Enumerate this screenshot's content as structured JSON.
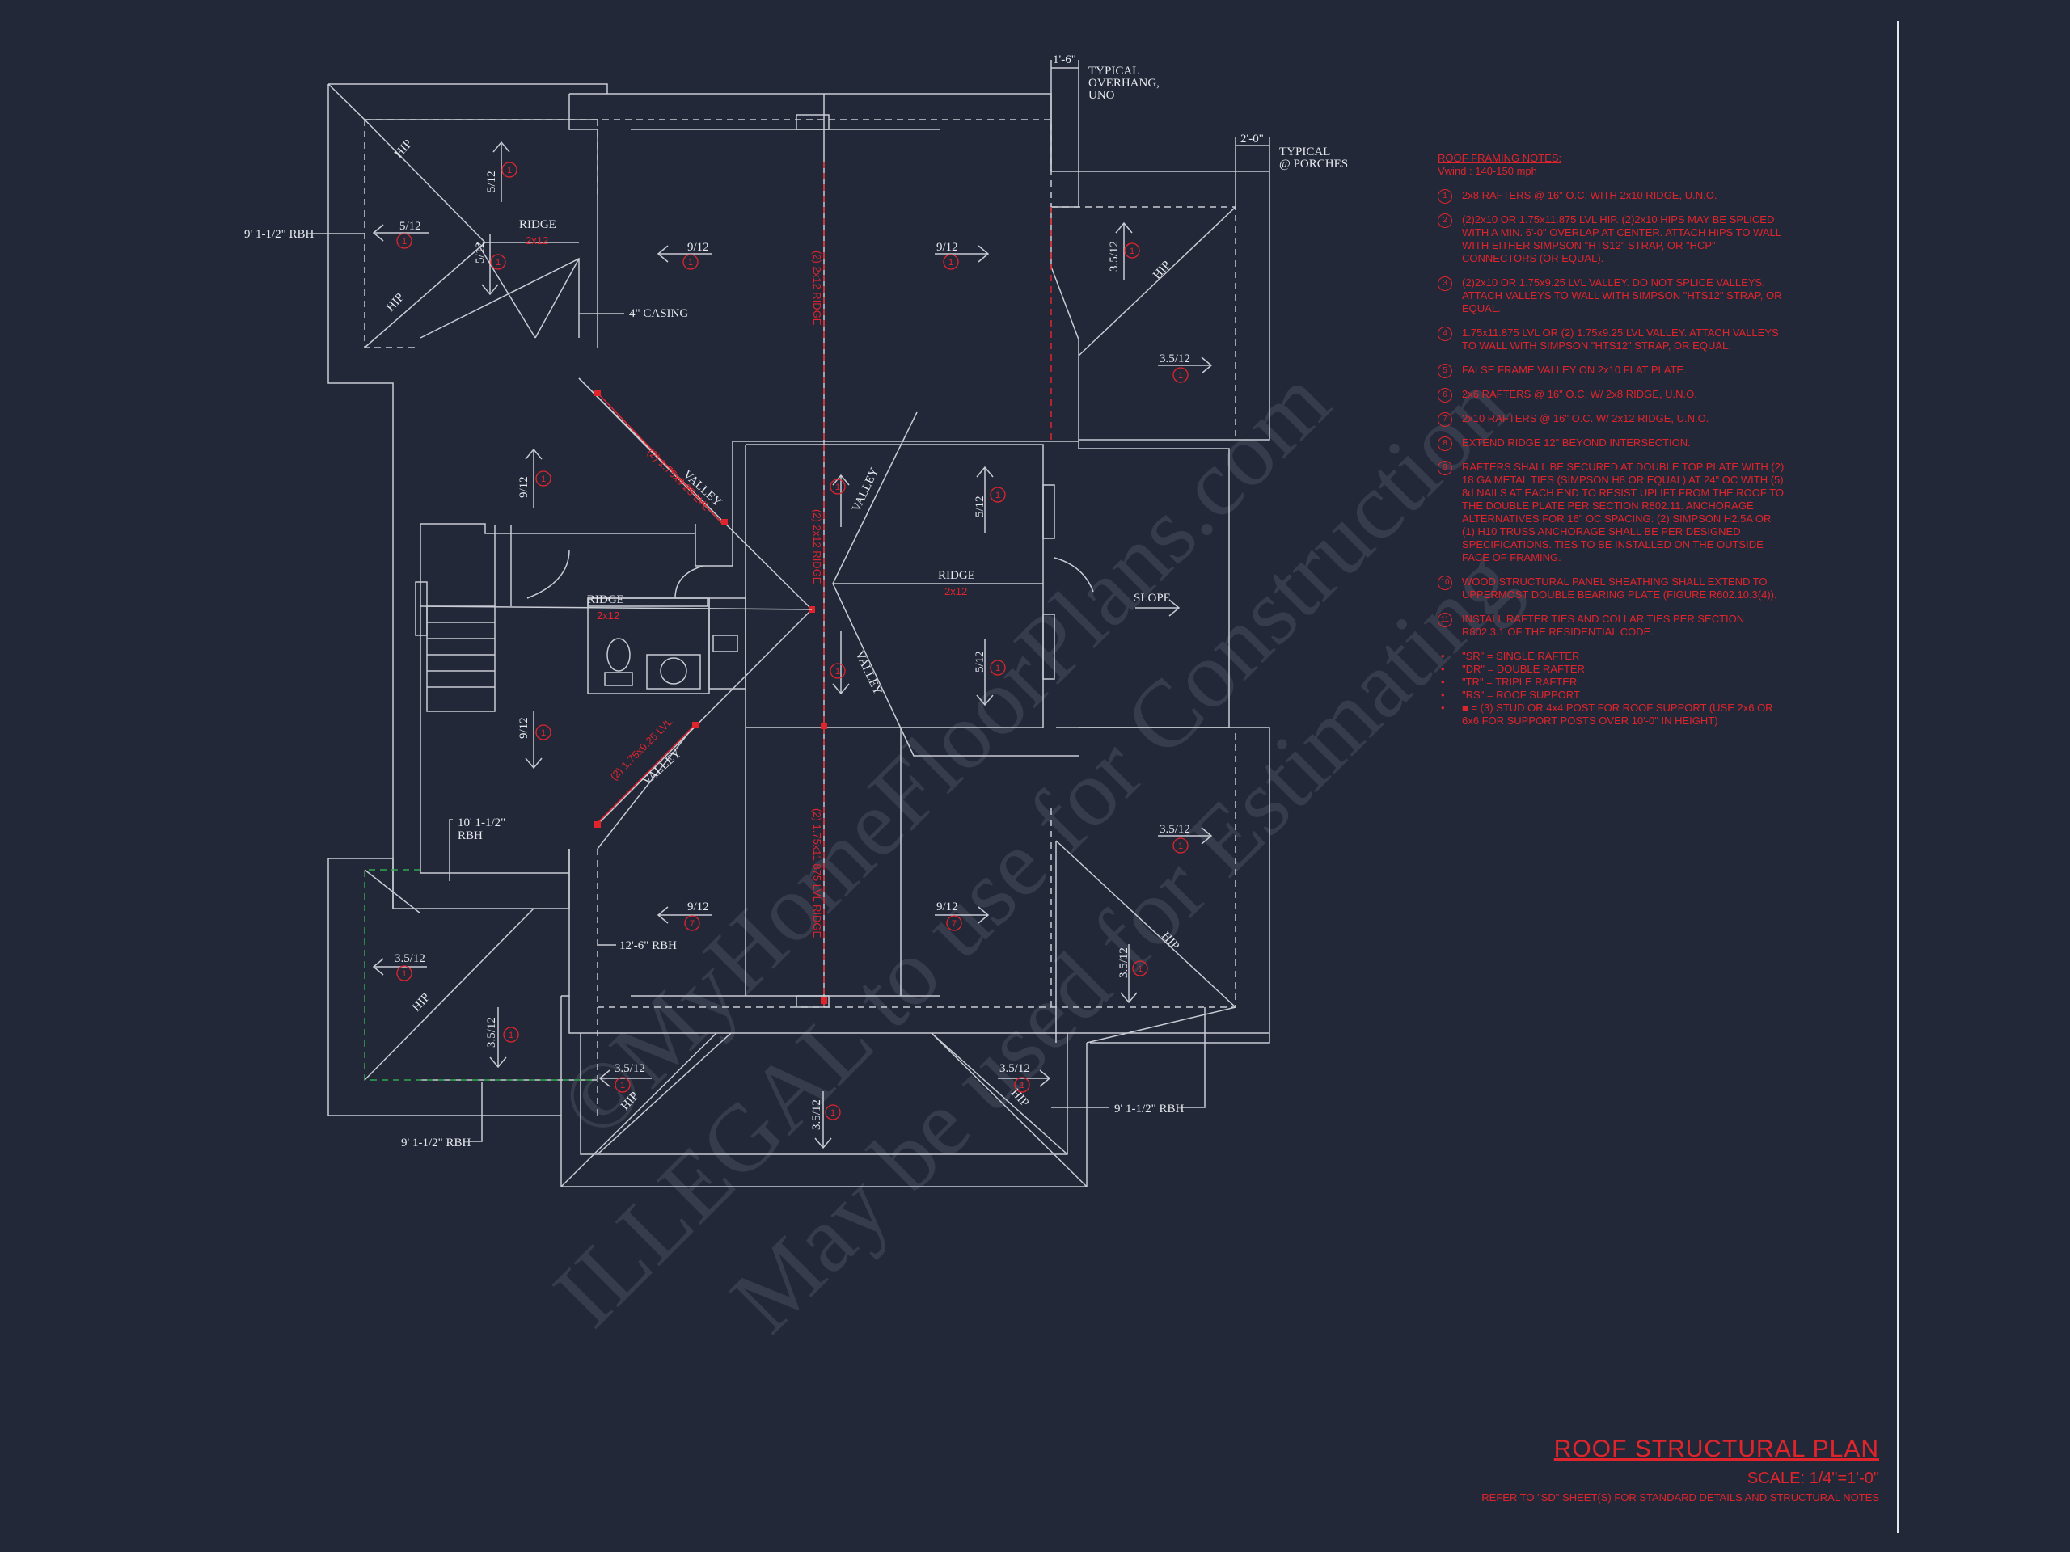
{
  "colors": {
    "background": "#232838",
    "linework": "#c9ccd4",
    "notes": "#e0242c",
    "porch_dash": "#2fa84a"
  },
  "watermark": [
    "©MyHomeFloorPlans.com",
    "ILLEGAL to use for Construction",
    "May be used for Estimating"
  ],
  "callouts": {
    "overhang_top": "1'-6\"",
    "typ_overhang_1": "TYPICAL",
    "typ_overhang_2": "OVERHANG,",
    "typ_overhang_3": "UNO",
    "porch_dim": "2'-0\"",
    "typ_porch_1": "TYPICAL",
    "typ_porch_2": "@ PORCHES",
    "rbh_left": "9' 1-1/2\" RBH",
    "casing": "4\" CASING",
    "rbh_mid_1": "10' 1-1/2\"",
    "rbh_mid_2": "RBH",
    "rbh_12": "12'-6\" RBH",
    "rbh_bottom_left": "9' 1-1/2\" RBH",
    "rbh_bottom_right": "9' 1-1/2\" RBH"
  },
  "labels": {
    "hip": "HIP",
    "valley": "VALLEY",
    "ridge": "RIDGE",
    "slope": "SLOPE",
    "p512": "5/12",
    "p912": "9/12",
    "p3512": "3.5/12",
    "ridge_member_a": "2x12",
    "ridge_member_b": "2x12",
    "ridge_member_c": "2x12",
    "beam_center_top": "(2) 2x12 RIDGE",
    "beam_center_mid": "(2) 2x12 RIDGE",
    "beam_lower": "(2) 1.75x11.875 LVL RIDGE",
    "valley_member_upper": "(2) 1.75x9.25 LVL",
    "valley_member_lower": "(2) 1.75x9.25 LVL"
  },
  "tags": {
    "t1": "1",
    "t2": "2",
    "t3": "3",
    "t4": "4",
    "t5": "5",
    "t7": "7"
  },
  "notes": {
    "heading": "ROOF FRAMING NOTES:",
    "wind": "Vwind : 140-150 mph",
    "items": [
      {
        "num": "1",
        "text": "2x8 RAFTERS @ 16\" O.C. WITH 2x10 RIDGE, U.N.O."
      },
      {
        "num": "2",
        "text": "(2)2x10 OR 1.75x11.875 LVL HIP. (2)2x10 HIPS MAY BE SPLICED WITH A MIN. 6'-0\" OVERLAP AT CENTER. ATTACH HIPS TO WALL WITH EITHER SIMPSON \"HTS12\" STRAP, OR \"HCP\" CONNECTORS (OR EQUAL)."
      },
      {
        "num": "3",
        "text": "(2)2x10 OR 1.75x9.25 LVL VALLEY. DO NOT SPLICE VALLEYS. ATTACH VALLEYS TO WALL WITH SIMPSON \"HTS12\" STRAP, OR EQUAL."
      },
      {
        "num": "4",
        "text": "1.75x11.875 LVL OR (2) 1.75x9.25 LVL VALLEY. ATTACH VALLEYS TO WALL WITH SIMPSON \"HTS12\" STRAP, OR EQUAL."
      },
      {
        "num": "5",
        "text": "FALSE FRAME VALLEY ON 2x10 FLAT PLATE."
      },
      {
        "num": "6",
        "text": "2x6 RAFTERS @ 16\" O.C. W/ 2x8 RIDGE, U.N.O."
      },
      {
        "num": "7",
        "text": "2x10 RAFTERS @ 16\" O.C. W/ 2x12 RIDGE, U.N.O."
      },
      {
        "num": "8",
        "text": "EXTEND RIDGE 12\" BEYOND INTERSECTION."
      },
      {
        "num": "9",
        "text": "RAFTERS SHALL BE SECURED AT DOUBLE TOP PLATE WITH (2) 18 GA METAL TIES (SIMPSON H8 OR EQUAL) AT 24\" OC WITH (5) 8d NAILS AT EACH END TO RESIST UPLIFT FROM THE ROOF TO THE DOUBLE PLATE PER SECTION R802.11. ANCHORAGE ALTERNATIVES FOR 16\" OC SPACING: (2) SIMPSON H2.5A OR (1) H10 TRUSS ANCHORAGE SHALL BE PER DESIGNED SPECIFICATIONS. TIES TO BE INSTALLED ON THE OUTSIDE FACE OF FRAMING."
      },
      {
        "num": "10",
        "text": "WOOD STRUCTURAL PANEL SHEATHING SHALL EXTEND TO UPPERMOST DOUBLE BEARING PLATE (FIGURE R602.10.3(4))."
      },
      {
        "num": "11",
        "text": "INSTALL RAFTER TIES AND COLLAR TIES PER SECTION R802.3.1 OF THE RESIDENTIAL CODE."
      }
    ],
    "legend": [
      "\"SR\" = SINGLE RAFTER",
      "\"DR\" = DOUBLE RAFTER",
      "\"TR\" = TRIPLE RAFTER",
      "\"RS\" = ROOF SUPPORT",
      "■ = (3) STUD OR 4x4 POST FOR ROOF SUPPORT (USE 2x6 OR 6x6 FOR SUPPORT POSTS OVER 10'-0\" IN HEIGHT)"
    ]
  },
  "title_block": {
    "title": "ROOF STRUCTURAL PLAN",
    "scale": "SCALE: 1/4\"=1'-0\"",
    "reference": "REFER TO \"SD\" SHEET(S) FOR STANDARD DETAILS AND STRUCTURAL NOTES"
  }
}
